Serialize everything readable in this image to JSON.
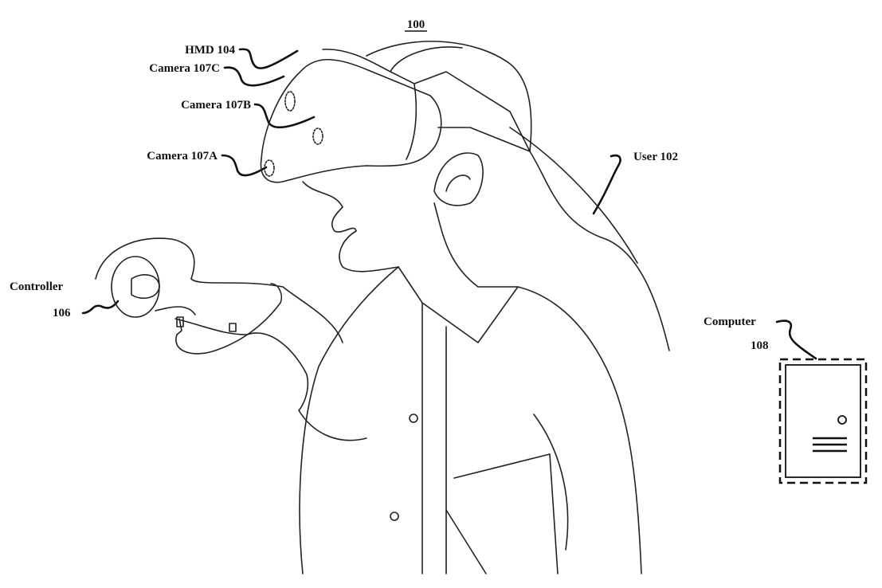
{
  "figure": {
    "number": "100",
    "labels": {
      "hmd": "HMD 104",
      "camera_c": "Camera 107C",
      "camera_b": "Camera 107B",
      "camera_a": "Camera 107A",
      "user": "User 102",
      "controller": "Controller",
      "controller_ref": "106",
      "computer": "Computer",
      "computer_ref": "108"
    }
  }
}
